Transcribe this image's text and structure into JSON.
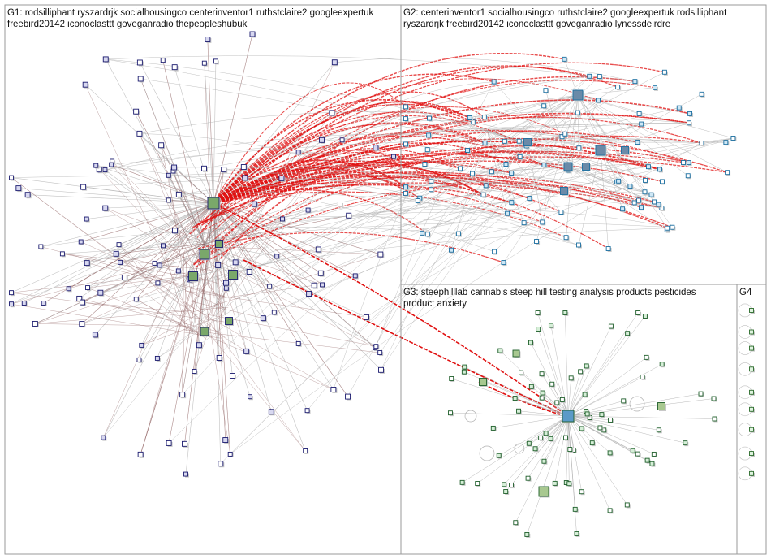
{
  "groups": [
    {
      "id": "G1",
      "line1": "G1: rodsilliphant ryszardrjk socialhousingco centerinventor1 ruthstclaire2 googleexpertuk",
      "line2": "freebird20142 iconoclasttt goveganradio thepeopleshubuk",
      "node_color": "#1a1a6e",
      "fill_color": "#d8d8f0"
    },
    {
      "id": "G2",
      "line1": "G2: centerinventor1 socialhousingco ruthstclaire2 googleexpertuk rodsilliphant",
      "line2": "ryszardrjk freebird20142 iconoclasttt goveganradio lynessdeirdre",
      "node_color": "#1a6ea0",
      "fill_color": "#cfe8f6"
    },
    {
      "id": "G3",
      "line1": "G3: steephilllab cannabis steep hill testing analysis products pesticides",
      "line2": "product anxiety",
      "node_color": "#1e5e2a",
      "fill_color": "#d6efd8"
    },
    {
      "id": "G4",
      "line1": "G4",
      "line2": "",
      "node_color": "#2a6a2a",
      "fill_color": "#dff3df"
    }
  ],
  "colors": {
    "edge_gray": "#a8a8a8",
    "edge_dark": "#8a5a5a",
    "edge_red": "#e01010",
    "border": "#9a9a9a",
    "background": "#ffffff"
  }
}
